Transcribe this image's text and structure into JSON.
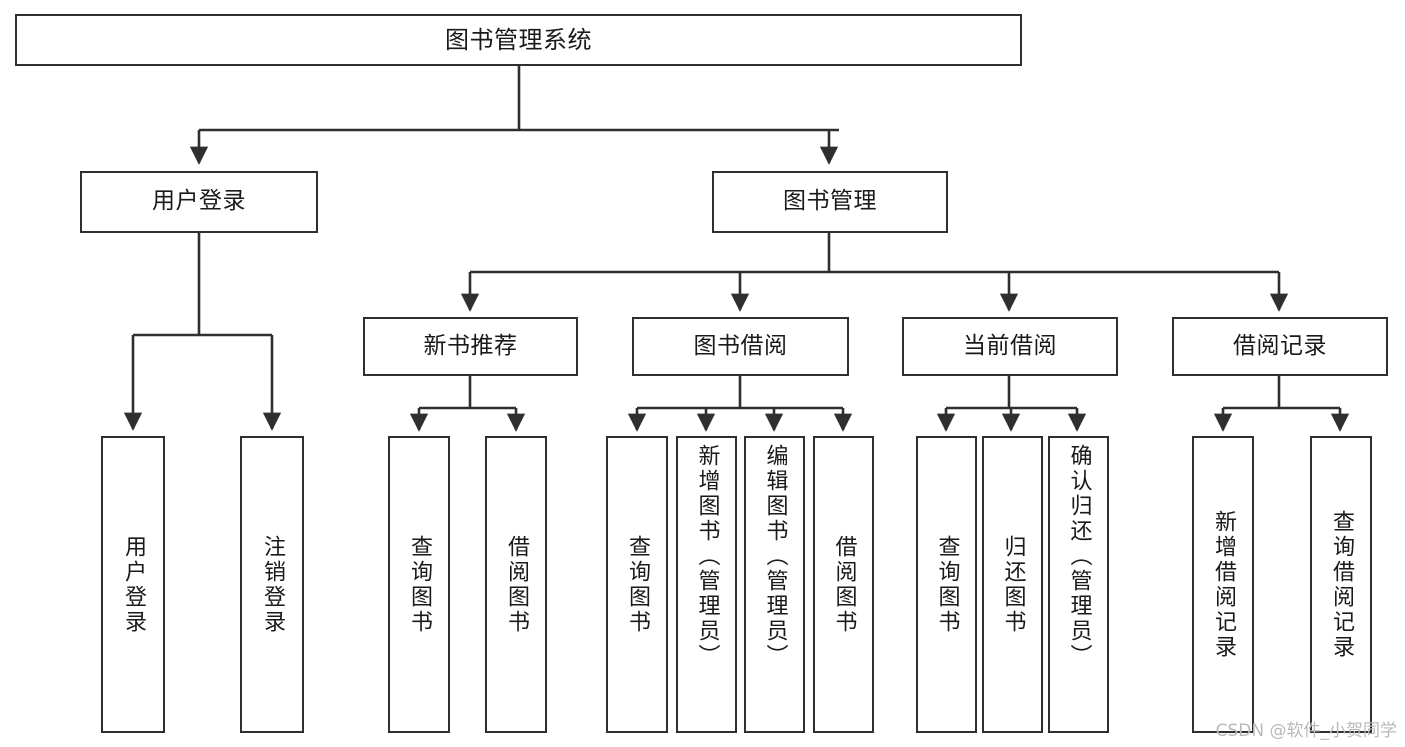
{
  "diagram": {
    "title": "图书管理系统",
    "type": "功能结构图",
    "root": {
      "id": "root",
      "label": "图书管理系统"
    },
    "level2": [
      {
        "id": "user-login",
        "label": "用户登录"
      },
      {
        "id": "book-manage",
        "label": "图书管理"
      }
    ],
    "level3": [
      {
        "id": "new-book-rec",
        "label": "新书推荐"
      },
      {
        "id": "book-borrow",
        "label": "图书借阅"
      },
      {
        "id": "current-borrow",
        "label": "当前借阅"
      },
      {
        "id": "borrow-record",
        "label": "借阅记录"
      }
    ],
    "leaves": {
      "user_login": [
        {
          "id": "leaf-user-login",
          "label": "用户登录"
        },
        {
          "id": "leaf-logout-login",
          "label": "注销登录"
        }
      ],
      "new_book_rec": [
        {
          "id": "leaf-query-book-1",
          "label": "查询图书"
        },
        {
          "id": "leaf-borrow-book-1",
          "label": "借阅图书"
        }
      ],
      "book_borrow": [
        {
          "id": "leaf-query-book-2",
          "label": "查询图书"
        },
        {
          "id": "leaf-add-book",
          "label": "新增图书（管理员）"
        },
        {
          "id": "leaf-edit-book",
          "label": "编辑图书（管理员）"
        },
        {
          "id": "leaf-borrow-book-2",
          "label": "借阅图书"
        }
      ],
      "current_borrow": [
        {
          "id": "leaf-query-book-3",
          "label": "查询图书"
        },
        {
          "id": "leaf-return-book",
          "label": "归还图书"
        },
        {
          "id": "leaf-confirm-return",
          "label": "确认归还（管理员）"
        }
      ],
      "borrow_record": [
        {
          "id": "leaf-add-record",
          "label": "新增借阅记录"
        },
        {
          "id": "leaf-query-record",
          "label": "查询借阅记录"
        }
      ]
    }
  },
  "watermark": {
    "text": "CSDN @软件_小贺同学"
  },
  "colors": {
    "stroke": "#2f2f2f",
    "fill": "#ffffff",
    "text": "#1a1a1a",
    "watermark": "#b9b9b9"
  }
}
